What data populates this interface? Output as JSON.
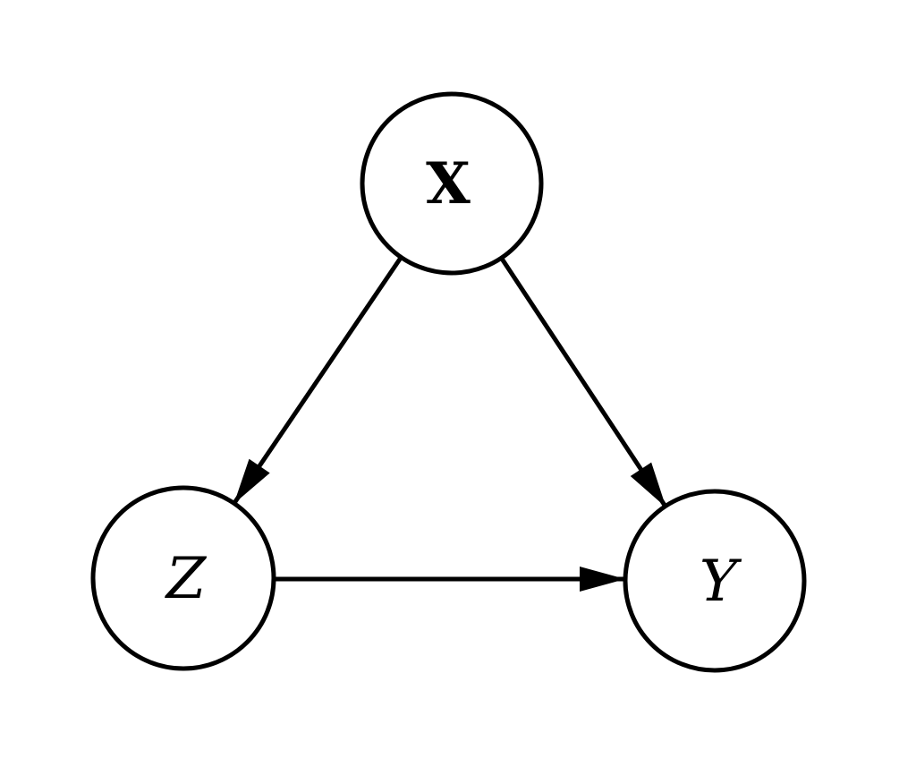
{
  "diagram": {
    "type": "directed-graph",
    "background_color": "#ffffff",
    "stroke_color": "#000000",
    "node_fill_color": "#ffffff",
    "nodes": [
      {
        "id": "X",
        "label": "X",
        "shape": "circle",
        "text_style": "bold-upright-serif",
        "position": "top-center"
      },
      {
        "id": "Z",
        "label": "Z",
        "shape": "circle",
        "text_style": "italic-serif",
        "position": "bottom-left"
      },
      {
        "id": "Y",
        "label": "Y",
        "shape": "circle",
        "text_style": "italic-serif",
        "position": "bottom-right"
      }
    ],
    "edges": [
      {
        "from": "X",
        "to": "Z",
        "arrowhead": "filled-triangle"
      },
      {
        "from": "X",
        "to": "Y",
        "arrowhead": "filled-triangle"
      },
      {
        "from": "Z",
        "to": "Y",
        "arrowhead": "filled-triangle"
      }
    ]
  }
}
